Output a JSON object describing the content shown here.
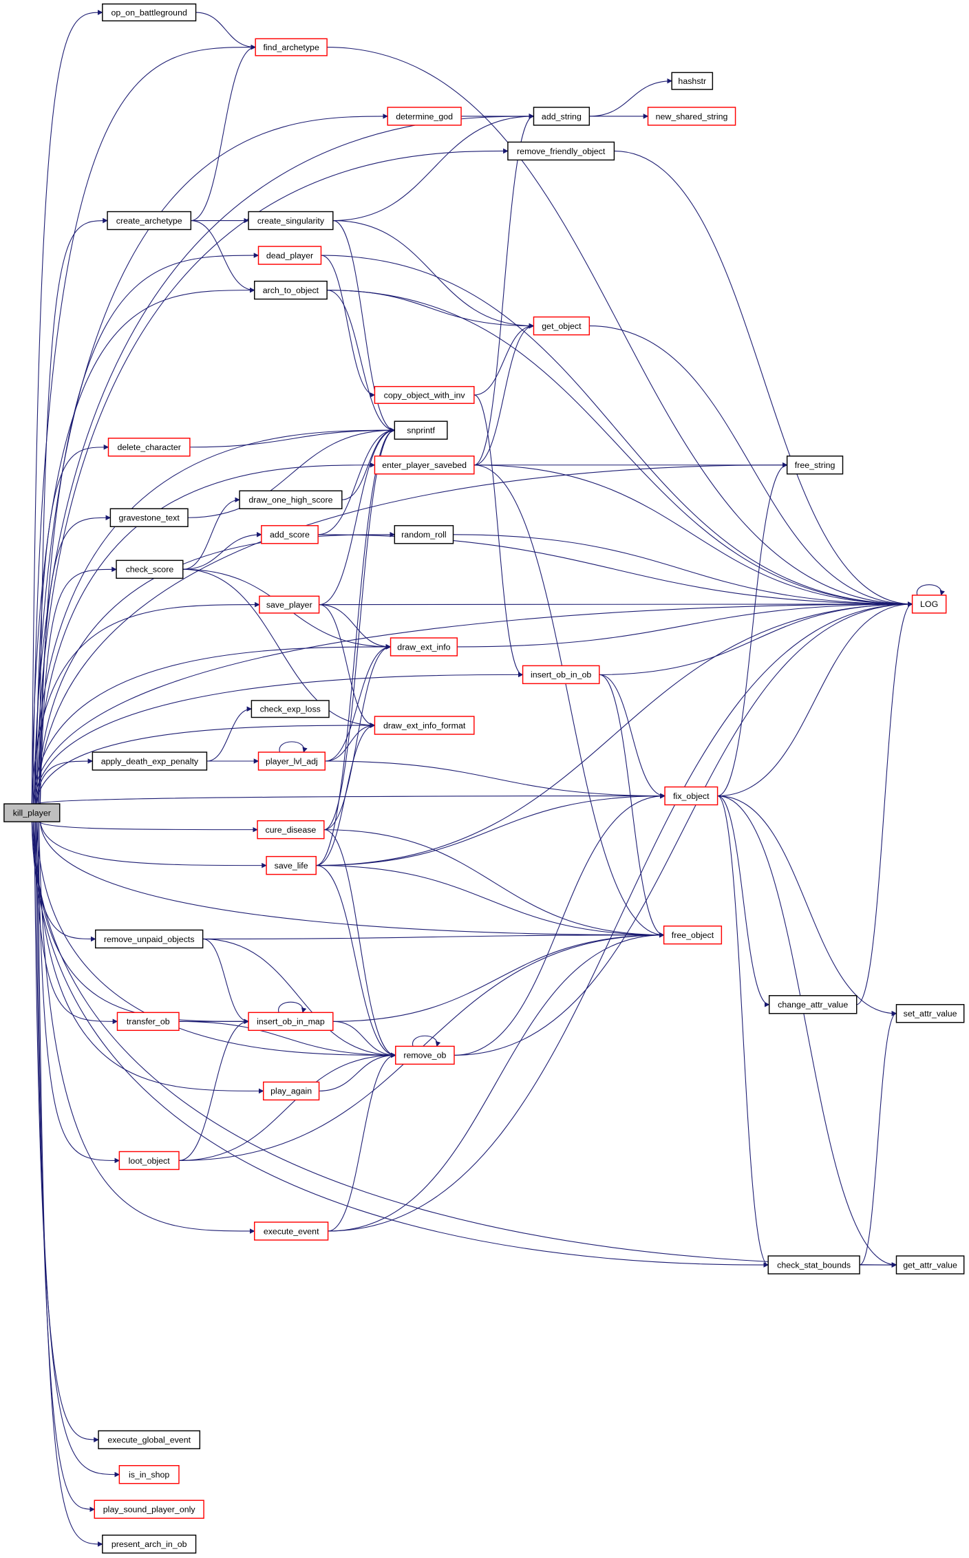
{
  "graph": {
    "root": "kill_player",
    "colors": {
      "edge": "#191970",
      "root_fill": "#bfbfbf",
      "truncated_border": "#ff0000",
      "normal_border": "#000000"
    },
    "nodes": [
      {
        "id": "op_on_battleground",
        "label": "op_on_battleground",
        "truncated": false
      },
      {
        "id": "find_archetype",
        "label": "find_archetype",
        "truncated": true
      },
      {
        "id": "hashstr",
        "label": "hashstr",
        "truncated": false
      },
      {
        "id": "determine_god",
        "label": "determine_god",
        "truncated": true
      },
      {
        "id": "add_string",
        "label": "add_string",
        "truncated": false
      },
      {
        "id": "new_shared_string",
        "label": "new_shared_string",
        "truncated": true
      },
      {
        "id": "remove_friendly_object",
        "label": "remove_friendly_object",
        "truncated": false
      },
      {
        "id": "create_archetype",
        "label": "create_archetype",
        "truncated": false
      },
      {
        "id": "create_singularity",
        "label": "create_singularity",
        "truncated": false
      },
      {
        "id": "dead_player",
        "label": "dead_player",
        "truncated": true
      },
      {
        "id": "arch_to_object",
        "label": "arch_to_object",
        "truncated": false
      },
      {
        "id": "get_object",
        "label": "get_object",
        "truncated": true
      },
      {
        "id": "copy_object_with_inv",
        "label": "copy_object_with_inv",
        "truncated": true
      },
      {
        "id": "snprintf",
        "label": "snprintf",
        "truncated": false
      },
      {
        "id": "delete_character",
        "label": "delete_character",
        "truncated": true
      },
      {
        "id": "enter_player_savebed",
        "label": "enter_player_savebed",
        "truncated": true
      },
      {
        "id": "free_string",
        "label": "free_string",
        "truncated": false
      },
      {
        "id": "draw_one_high_score",
        "label": "draw_one_high_score",
        "truncated": false
      },
      {
        "id": "gravestone_text",
        "label": "gravestone_text",
        "truncated": false
      },
      {
        "id": "random_roll",
        "label": "random_roll",
        "truncated": false
      },
      {
        "id": "add_score",
        "label": "add_score",
        "truncated": true
      },
      {
        "id": "check_score",
        "label": "check_score",
        "truncated": false
      },
      {
        "id": "save_player",
        "label": "save_player",
        "truncated": true
      },
      {
        "id": "LOG",
        "label": "LOG",
        "truncated": true
      },
      {
        "id": "draw_ext_info",
        "label": "draw_ext_info",
        "truncated": true
      },
      {
        "id": "insert_ob_in_ob",
        "label": "insert_ob_in_ob",
        "truncated": true
      },
      {
        "id": "check_exp_loss",
        "label": "check_exp_loss",
        "truncated": false
      },
      {
        "id": "draw_ext_info_format",
        "label": "draw_ext_info_format",
        "truncated": true
      },
      {
        "id": "apply_death_exp_penalty",
        "label": "apply_death_exp_penalty",
        "truncated": false
      },
      {
        "id": "player_lvl_adj",
        "label": "player_lvl_adj",
        "truncated": true
      },
      {
        "id": "kill_player",
        "label": "kill_player",
        "truncated": false
      },
      {
        "id": "fix_object",
        "label": "fix_object",
        "truncated": true
      },
      {
        "id": "cure_disease",
        "label": "cure_disease",
        "truncated": true
      },
      {
        "id": "save_life",
        "label": "save_life",
        "truncated": true
      },
      {
        "id": "remove_unpaid_objects",
        "label": "remove_unpaid_objects",
        "truncated": false
      },
      {
        "id": "free_object",
        "label": "free_object",
        "truncated": true
      },
      {
        "id": "change_attr_value",
        "label": "change_attr_value",
        "truncated": false
      },
      {
        "id": "set_attr_value",
        "label": "set_attr_value",
        "truncated": false
      },
      {
        "id": "transfer_ob",
        "label": "transfer_ob",
        "truncated": true
      },
      {
        "id": "insert_ob_in_map",
        "label": "insert_ob_in_map",
        "truncated": true
      },
      {
        "id": "remove_ob",
        "label": "remove_ob",
        "truncated": true
      },
      {
        "id": "play_again",
        "label": "play_again",
        "truncated": true
      },
      {
        "id": "loot_object",
        "label": "loot_object",
        "truncated": true
      },
      {
        "id": "execute_event",
        "label": "execute_event",
        "truncated": true
      },
      {
        "id": "check_stat_bounds",
        "label": "check_stat_bounds",
        "truncated": false
      },
      {
        "id": "get_attr_value",
        "label": "get_attr_value",
        "truncated": false
      },
      {
        "id": "execute_global_event",
        "label": "execute_global_event",
        "truncated": false
      },
      {
        "id": "is_in_shop",
        "label": "is_in_shop",
        "truncated": true
      },
      {
        "id": "play_sound_player_only",
        "label": "play_sound_player_only",
        "truncated": true
      },
      {
        "id": "present_arch_in_ob",
        "label": "present_arch_in_ob",
        "truncated": false
      }
    ],
    "edges": [
      [
        "kill_player",
        "op_on_battleground"
      ],
      [
        "kill_player",
        "find_archetype"
      ],
      [
        "kill_player",
        "add_string"
      ],
      [
        "kill_player",
        "determine_god"
      ],
      [
        "kill_player",
        "remove_friendly_object"
      ],
      [
        "kill_player",
        "free_string"
      ],
      [
        "kill_player",
        "create_archetype"
      ],
      [
        "kill_player",
        "dead_player"
      ],
      [
        "kill_player",
        "arch_to_object"
      ],
      [
        "kill_player",
        "LOG"
      ],
      [
        "kill_player",
        "snprintf"
      ],
      [
        "kill_player",
        "delete_character"
      ],
      [
        "kill_player",
        "enter_player_savebed"
      ],
      [
        "kill_player",
        "random_roll"
      ],
      [
        "kill_player",
        "gravestone_text"
      ],
      [
        "kill_player",
        "check_score"
      ],
      [
        "kill_player",
        "save_player"
      ],
      [
        "kill_player",
        "draw_ext_info"
      ],
      [
        "kill_player",
        "insert_ob_in_ob"
      ],
      [
        "kill_player",
        "apply_death_exp_penalty"
      ],
      [
        "kill_player",
        "draw_ext_info_format"
      ],
      [
        "kill_player",
        "fix_object"
      ],
      [
        "kill_player",
        "cure_disease"
      ],
      [
        "kill_player",
        "save_life"
      ],
      [
        "kill_player",
        "remove_unpaid_objects"
      ],
      [
        "kill_player",
        "insert_ob_in_map"
      ],
      [
        "kill_player",
        "transfer_ob"
      ],
      [
        "kill_player",
        "play_again"
      ],
      [
        "kill_player",
        "remove_ob"
      ],
      [
        "kill_player",
        "loot_object"
      ],
      [
        "kill_player",
        "execute_event"
      ],
      [
        "kill_player",
        "free_object"
      ],
      [
        "kill_player",
        "check_stat_bounds"
      ],
      [
        "kill_player",
        "get_attr_value"
      ],
      [
        "kill_player",
        "execute_global_event"
      ],
      [
        "kill_player",
        "is_in_shop"
      ],
      [
        "kill_player",
        "play_sound_player_only"
      ],
      [
        "kill_player",
        "present_arch_in_ob"
      ],
      [
        "op_on_battleground",
        "find_archetype"
      ],
      [
        "find_archetype",
        "LOG"
      ],
      [
        "determine_god",
        "add_string"
      ],
      [
        "add_string",
        "hashstr"
      ],
      [
        "add_string",
        "new_shared_string"
      ],
      [
        "remove_friendly_object",
        "LOG"
      ],
      [
        "create_archetype",
        "find_archetype"
      ],
      [
        "create_archetype",
        "create_singularity"
      ],
      [
        "create_archetype",
        "arch_to_object"
      ],
      [
        "create_singularity",
        "add_string"
      ],
      [
        "create_singularity",
        "get_object"
      ],
      [
        "create_singularity",
        "snprintf"
      ],
      [
        "dead_player",
        "LOG"
      ],
      [
        "dead_player",
        "copy_object_with_inv"
      ],
      [
        "arch_to_object",
        "get_object"
      ],
      [
        "arch_to_object",
        "LOG"
      ],
      [
        "arch_to_object",
        "snprintf"
      ],
      [
        "get_object",
        "LOG"
      ],
      [
        "copy_object_with_inv",
        "get_object"
      ],
      [
        "copy_object_with_inv",
        "insert_ob_in_ob"
      ],
      [
        "delete_character",
        "snprintf"
      ],
      [
        "enter_player_savebed",
        "add_string"
      ],
      [
        "enter_player_savebed",
        "get_object"
      ],
      [
        "enter_player_savebed",
        "free_string"
      ],
      [
        "enter_player_savebed",
        "LOG"
      ],
      [
        "enter_player_savebed",
        "free_object"
      ],
      [
        "gravestone_text",
        "snprintf"
      ],
      [
        "draw_one_high_score",
        "snprintf"
      ],
      [
        "check_score",
        "draw_one_high_score"
      ],
      [
        "check_score",
        "add_score"
      ],
      [
        "check_score",
        "draw_ext_info"
      ],
      [
        "check_score",
        "draw_ext_info_format"
      ],
      [
        "add_score",
        "snprintf"
      ],
      [
        "add_score",
        "LOG"
      ],
      [
        "random_roll",
        "LOG"
      ],
      [
        "save_player",
        "LOG"
      ],
      [
        "save_player",
        "draw_ext_info"
      ],
      [
        "save_player",
        "draw_ext_info_format"
      ],
      [
        "save_player",
        "snprintf"
      ],
      [
        "draw_ext_info",
        "LOG"
      ],
      [
        "insert_ob_in_ob",
        "LOG"
      ],
      [
        "insert_ob_in_ob",
        "fix_object"
      ],
      [
        "insert_ob_in_ob",
        "free_object"
      ],
      [
        "apply_death_exp_penalty",
        "check_exp_loss"
      ],
      [
        "apply_death_exp_penalty",
        "player_lvl_adj"
      ],
      [
        "player_lvl_adj",
        "player_lvl_adj"
      ],
      [
        "player_lvl_adj",
        "draw_ext_info"
      ],
      [
        "player_lvl_adj",
        "draw_ext_info_format"
      ],
      [
        "player_lvl_adj",
        "fix_object"
      ],
      [
        "fix_object",
        "LOG"
      ],
      [
        "fix_object",
        "free_string"
      ],
      [
        "fix_object",
        "change_attr_value"
      ],
      [
        "fix_object",
        "set_attr_value"
      ],
      [
        "fix_object",
        "check_stat_bounds"
      ],
      [
        "fix_object",
        "get_attr_value"
      ],
      [
        "cure_disease",
        "snprintf"
      ],
      [
        "cure_disease",
        "draw_ext_info"
      ],
      [
        "cure_disease",
        "free_object"
      ],
      [
        "cure_disease",
        "remove_ob"
      ],
      [
        "save_life",
        "fix_object"
      ],
      [
        "save_life",
        "LOG"
      ],
      [
        "save_life",
        "free_object"
      ],
      [
        "save_life",
        "remove_ob"
      ],
      [
        "save_life",
        "draw_ext_info_format"
      ],
      [
        "save_life",
        "snprintf"
      ],
      [
        "remove_unpaid_objects",
        "free_object"
      ],
      [
        "remove_unpaid_objects",
        "insert_ob_in_map"
      ],
      [
        "remove_unpaid_objects",
        "remove_ob"
      ],
      [
        "transfer_ob",
        "insert_ob_in_map"
      ],
      [
        "transfer_ob",
        "remove_ob"
      ],
      [
        "insert_ob_in_map",
        "insert_ob_in_map"
      ],
      [
        "insert_ob_in_map",
        "free_object"
      ],
      [
        "insert_ob_in_map",
        "remove_ob"
      ],
      [
        "remove_ob",
        "remove_ob"
      ],
      [
        "remove_ob",
        "fix_object"
      ],
      [
        "remove_ob",
        "LOG"
      ],
      [
        "play_again",
        "remove_ob"
      ],
      [
        "loot_object",
        "insert_ob_in_map"
      ],
      [
        "loot_object",
        "free_object"
      ],
      [
        "loot_object",
        "remove_ob"
      ],
      [
        "execute_event",
        "remove_ob"
      ],
      [
        "execute_event",
        "free_object"
      ],
      [
        "execute_event",
        "LOG"
      ],
      [
        "change_attr_value",
        "LOG"
      ],
      [
        "check_stat_bounds",
        "get_attr_value"
      ],
      [
        "check_stat_bounds",
        "set_attr_value"
      ],
      [
        "LOG",
        "LOG"
      ]
    ]
  }
}
